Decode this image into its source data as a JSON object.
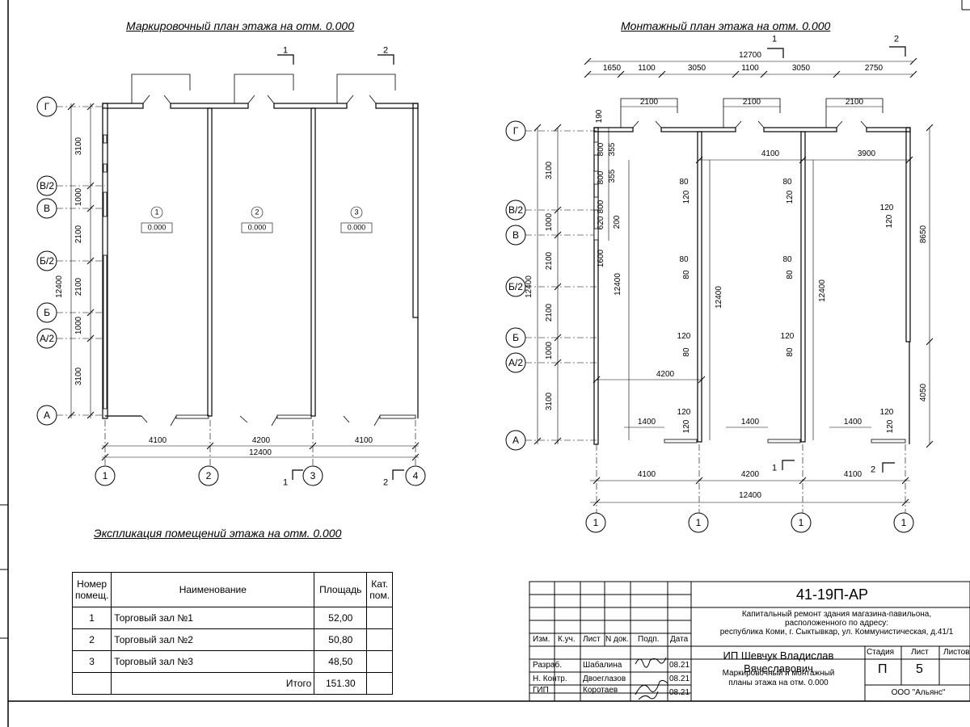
{
  "titles": {
    "marking_plan": "Маркировочный план этажа на отм. 0.000",
    "mounting_plan": "Монтажный план этажа на отм. 0.000",
    "explication": "Экспликация помещений этажа на отм. 0.000"
  },
  "left_plan": {
    "axes_letters": [
      "Г",
      "В/2",
      "В",
      "Б/2",
      "Б",
      "А/2",
      "А"
    ],
    "axes_numbers": [
      "1",
      "2",
      "3",
      "4"
    ],
    "vertical_dims": [
      "3100",
      "1000",
      "2100",
      "2100",
      "1000",
      "3100"
    ],
    "total_vertical": "12400",
    "horizontal_dims": [
      "4100",
      "4200",
      "4100"
    ],
    "total_horizontal": "12400",
    "rooms": [
      {
        "number": "1",
        "level": "0.000"
      },
      {
        "number": "2",
        "level": "0.000"
      },
      {
        "number": "3",
        "level": "0.000"
      }
    ],
    "section_marks": [
      "1",
      "2",
      "1",
      "2"
    ]
  },
  "right_plan": {
    "axes_letters": [
      "Г",
      "В/2",
      "В",
      "Б/2",
      "Б",
      "А/2",
      "А"
    ],
    "axes_numbers": [
      "1",
      "1",
      "1",
      "1"
    ],
    "top_dims": [
      "1650",
      "1100",
      "3050",
      "1100",
      "3050",
      "2750"
    ],
    "top_total": "12700",
    "door_widths": [
      "2100",
      "2100",
      "2100"
    ],
    "section_marks": [
      "1",
      "2",
      "1",
      "2"
    ],
    "left_dims": [
      "3100",
      "1000",
      "2100",
      "2100",
      "1000",
      "3100"
    ],
    "left_total": "12400",
    "window_dims": [
      "190",
      "800",
      "355",
      "800",
      "355",
      "800",
      "620",
      "200",
      "1600"
    ],
    "inner_dims": [
      "4100",
      "3900",
      "4200"
    ],
    "partition_heights": [
      "12400",
      "12400",
      "12400",
      "12400"
    ],
    "offsets": [
      "80",
      "80",
      "80",
      "80",
      "120",
      "120",
      "120",
      "120",
      "120",
      "120",
      "80",
      "80",
      "80",
      "80",
      "120",
      "120",
      "120",
      "120",
      "120",
      "120"
    ],
    "bottom_door_dims": [
      "1400",
      "1400",
      "1400"
    ],
    "right_dims": [
      "8650",
      "4050"
    ],
    "bottom_dims": [
      "4100",
      "4200",
      "4100"
    ],
    "bottom_total": "12400"
  },
  "explication": {
    "headers": [
      "Номер помещ.",
      "Наименование",
      "Площадь",
      "Кат. пом."
    ],
    "rows": [
      {
        "num": "1",
        "name": "Торговый зал №1",
        "area": "52,00",
        "cat": ""
      },
      {
        "num": "2",
        "name": "Торговый зал №2",
        "area": "50,80",
        "cat": ""
      },
      {
        "num": "3",
        "name": "Торговый зал №3",
        "area": "48,50",
        "cat": ""
      }
    ],
    "total_label": "Итого",
    "total_value": "151.30"
  },
  "stamp": {
    "code": "41-19П-АР",
    "project": [
      "Капитальный ремонт здания магазина-павильона,",
      "расположенного по адресу:",
      "республика Коми, г. Сыктывкар, ул. Коммунистическая, д.41/1"
    ],
    "columns": [
      "Изм.",
      "К.уч.",
      "Лист",
      "N док.",
      "Подп.",
      "Дата"
    ],
    "rows": [
      {
        "role": "Разраб.",
        "name": "Шабалина",
        "date": "08.21"
      },
      {
        "role": "Н. Контр.",
        "name": "Двоеглазов",
        "date": "08.21"
      },
      {
        "role": "ГИП",
        "name": "Коротаев",
        "date": "08.21"
      }
    ],
    "company": [
      "ИП Шевчук Владислав",
      "Вячеславович"
    ],
    "stage_label": "Стадия",
    "sheet_label": "Лист",
    "sheets_label": "Листов",
    "stage": "П",
    "sheet": "5",
    "drawing_title": [
      "Маркировочный и монтажный",
      "планы этажа на отм. 0.000"
    ],
    "org": "ООО \"Альянс\""
  }
}
